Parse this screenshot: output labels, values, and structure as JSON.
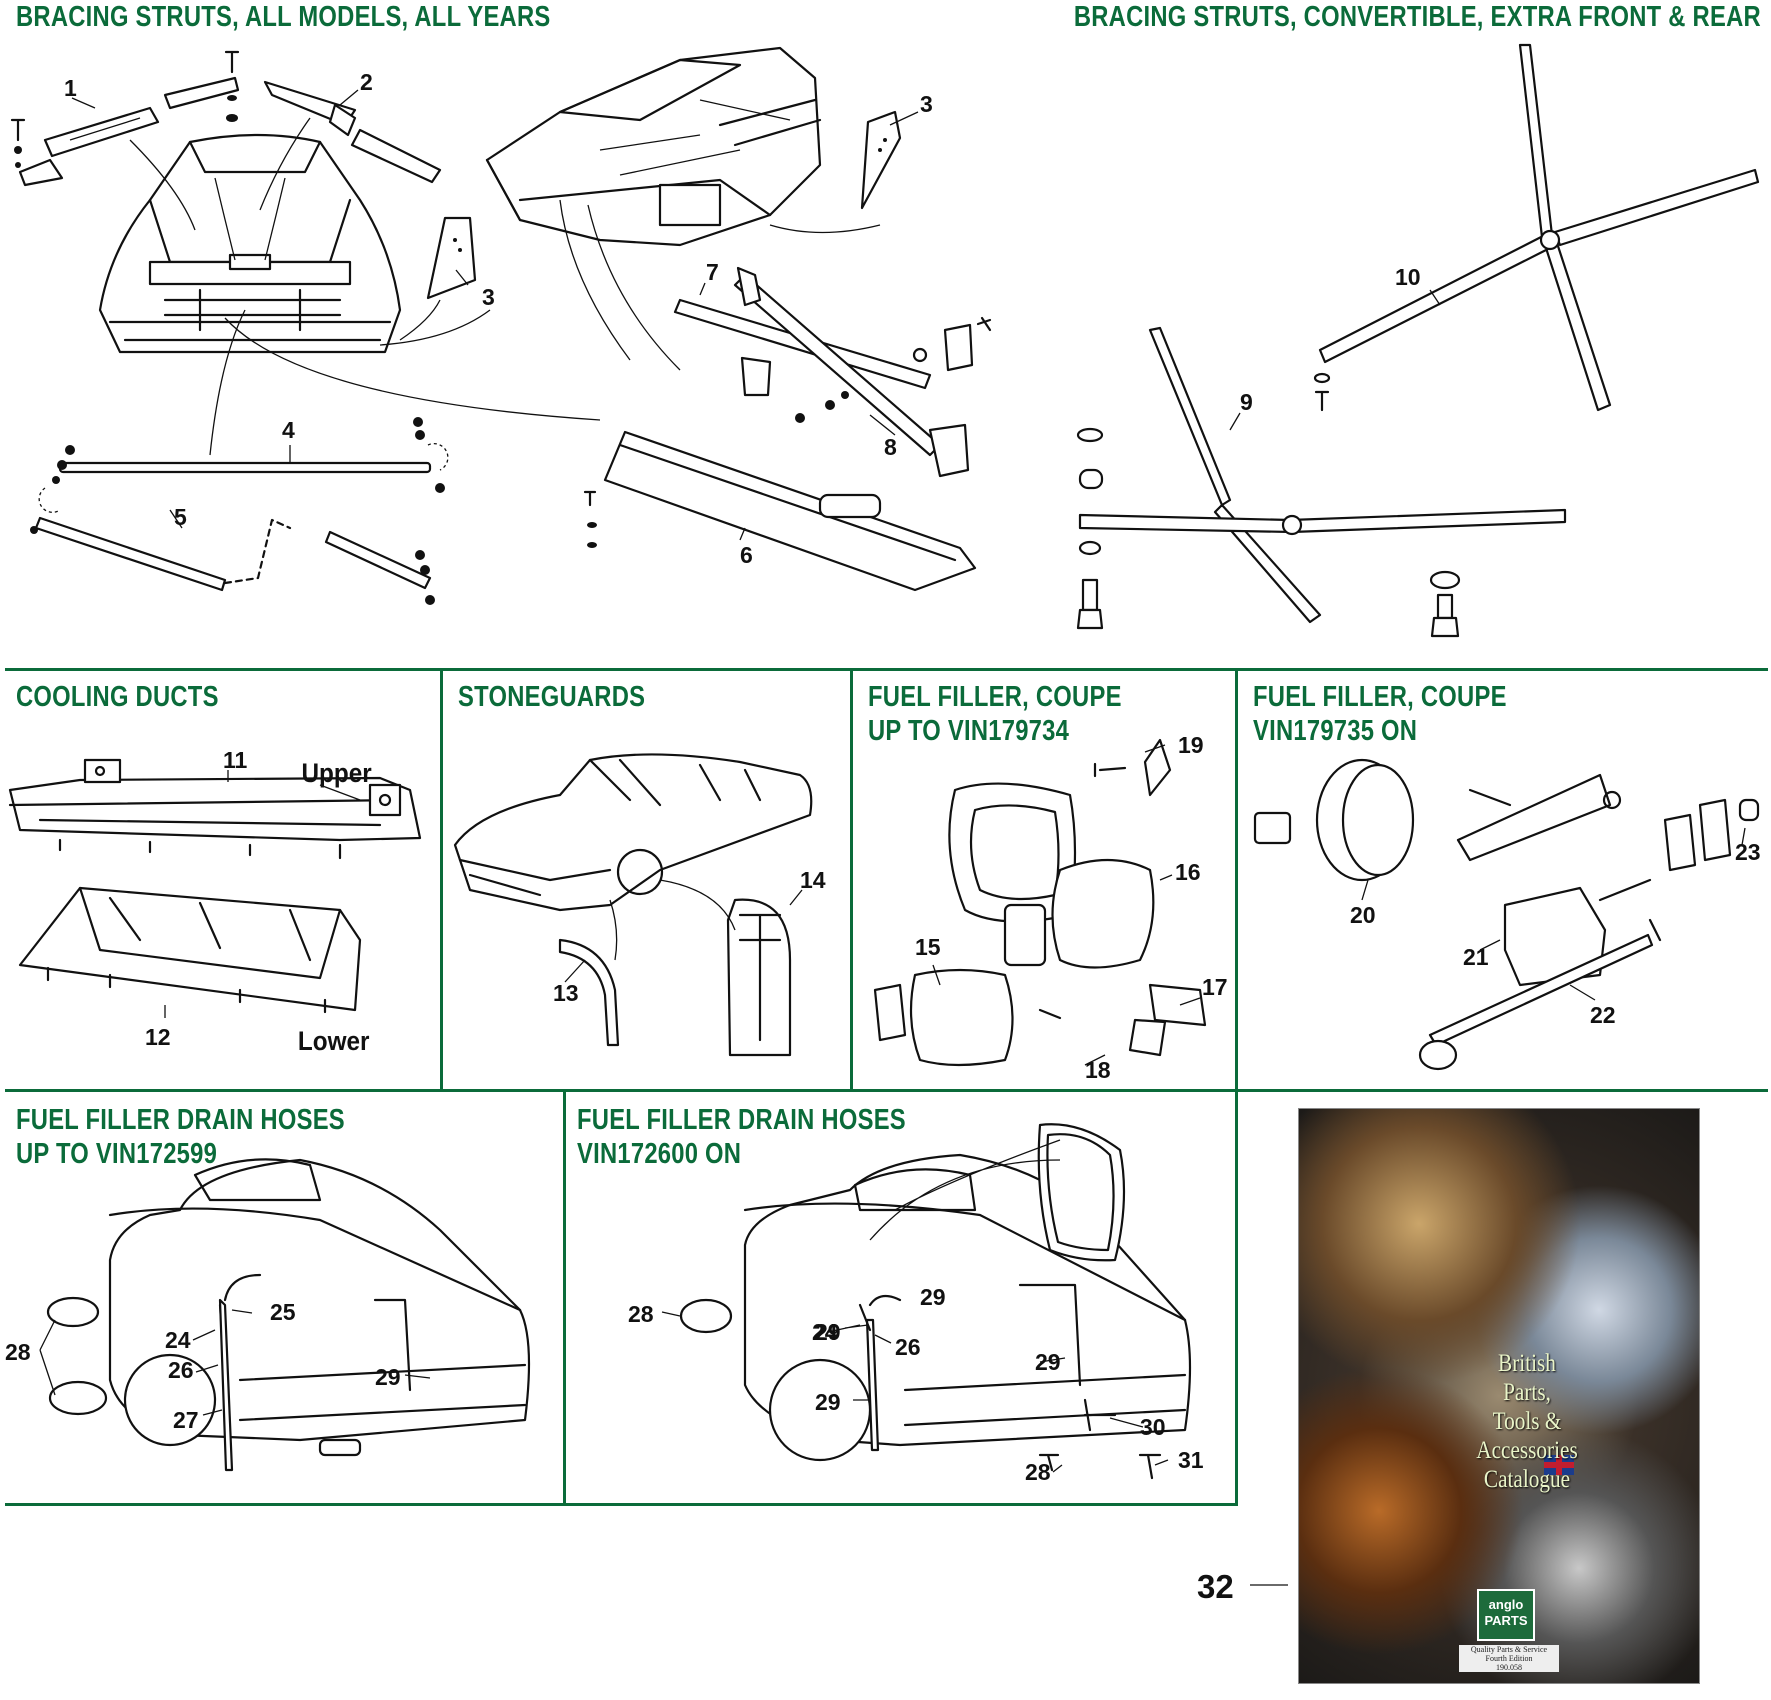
{
  "sections": [
    {
      "id": "bracing-all",
      "title": "BRACING STRUTS, ALL MODELS, ALL YEARS"
    },
    {
      "id": "bracing-conv",
      "title": "BRACING STRUTS, CONVERTIBLE, EXTRA FRONT & REAR"
    },
    {
      "id": "cooling",
      "title": "COOLING DUCTS",
      "labels": {
        "upper": "Upper",
        "lower": "Lower"
      }
    },
    {
      "id": "stoneguards",
      "title": "STONEGUARDS"
    },
    {
      "id": "filler-old",
      "title": "FUEL FILLER, COUPE\nUP TO VIN179734"
    },
    {
      "id": "filler-new",
      "title": "FUEL FILLER, COUPE\nVIN179735 ON"
    },
    {
      "id": "drain-old",
      "title": "FUEL FILLER DRAIN HOSES\nUP TO VIN172599"
    },
    {
      "id": "drain-new",
      "title": "FUEL FILLER DRAIN HOSES\nVIN172600 ON"
    }
  ],
  "callouts": [
    "1",
    "2",
    "3",
    "3",
    "4",
    "5",
    "6",
    "7",
    "8",
    "9",
    "10",
    "11",
    "12",
    "13",
    "14",
    "15",
    "16",
    "17",
    "18",
    "19",
    "20",
    "21",
    "22",
    "23",
    "24",
    "25",
    "26",
    "27",
    "28",
    "28",
    "29",
    "24",
    "26",
    "28",
    "29",
    "29",
    "29",
    "29",
    "26",
    "30",
    "28",
    "31",
    "32"
  ],
  "catalogue": {
    "title_lines": [
      "British",
      "Parts,",
      "Tools &",
      "Accessories",
      "Catalogue"
    ],
    "logo": "anglo PARTS",
    "footer": [
      "Quality Parts & Service",
      "Fourth Edition",
      "190.058"
    ]
  },
  "colors": {
    "heading": "#0b6b3a",
    "rule": "#0b6b3a",
    "ink": "#111111"
  }
}
